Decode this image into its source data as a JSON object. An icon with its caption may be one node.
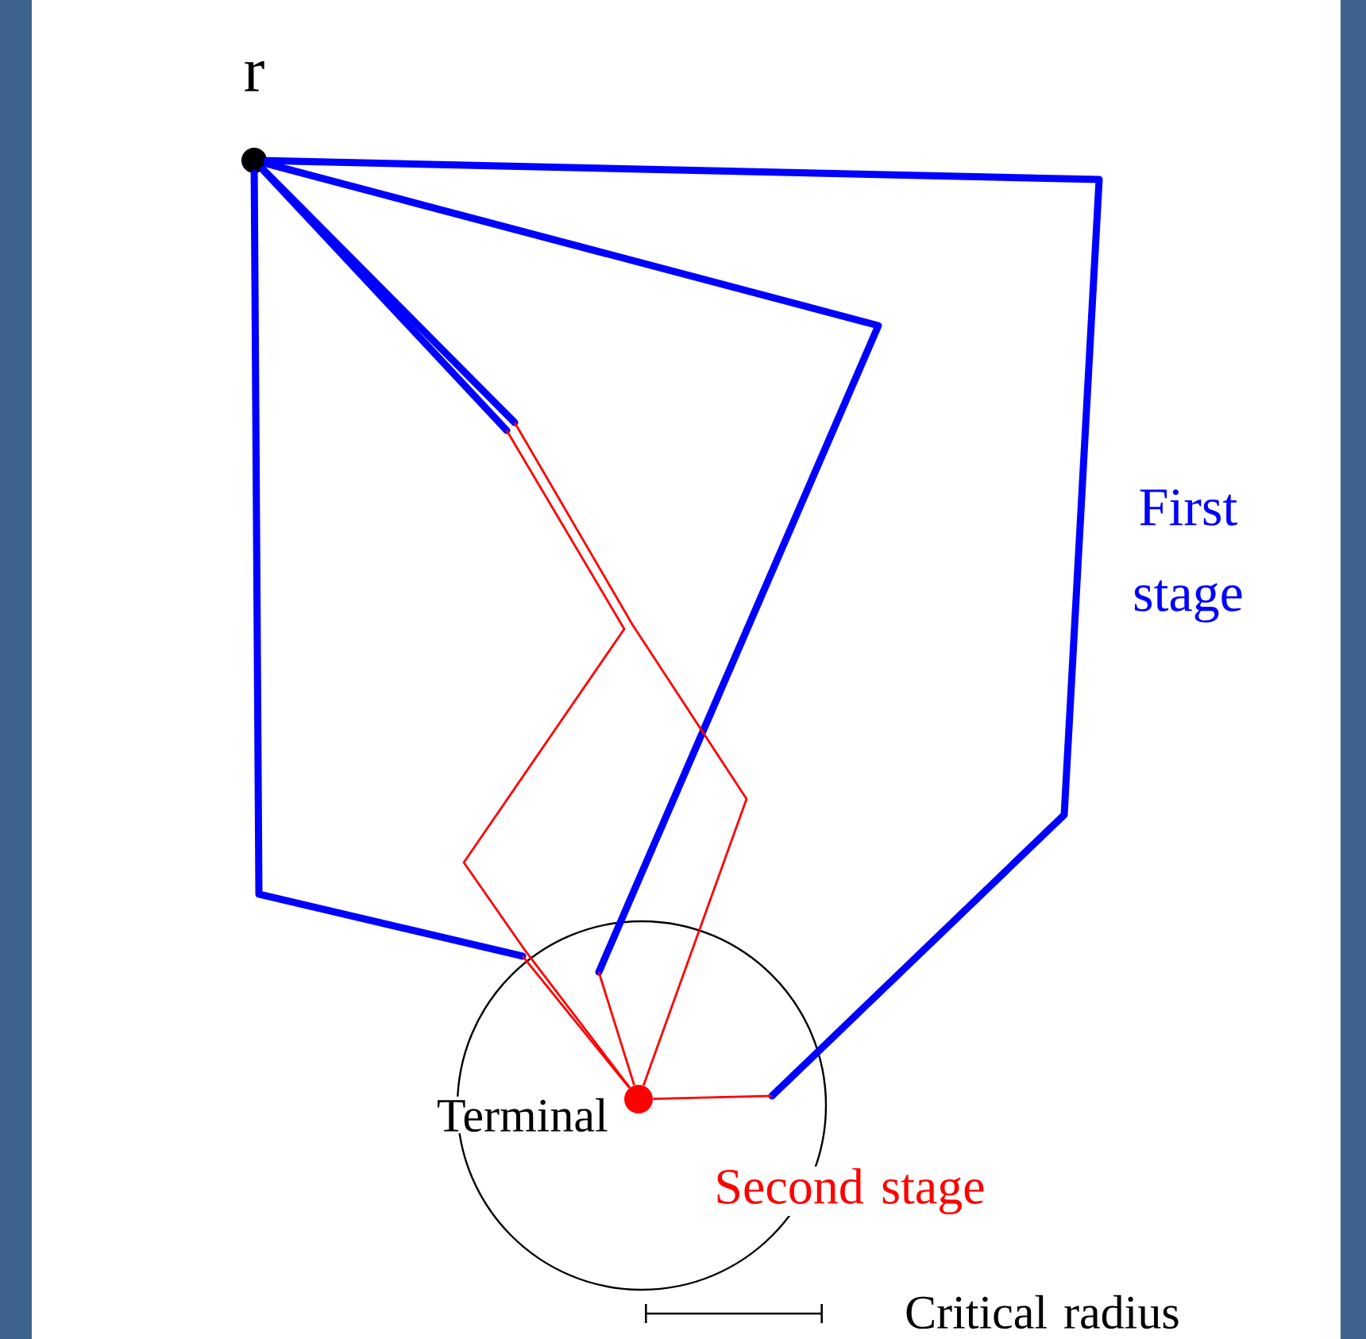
{
  "diagram": {
    "nodes": [
      {
        "text": [],
        "shape": "circle",
        "beside": [
          "r"
        ]
      },
      {
        "text": [],
        "shape": "circle",
        "beside": [
          "Terminal"
        ]
      }
    ],
    "edges": [
      {
        "from": 0,
        "to": 1,
        "arrow": "none"
      },
      {
        "from": 0,
        "to": 1,
        "arrow": "none"
      },
      {
        "from": 0,
        "to": 1,
        "arrow": "none"
      },
      {
        "from": 0,
        "to": 1,
        "arrow": "none",
        "color": "#ff0000"
      },
      {
        "from": 0,
        "to": 1,
        "arrow": "none",
        "color": "#ff0000"
      }
    ],
    "labels": [
      "First stage",
      "Second stage",
      "Critical radius"
    ]
  }
}
